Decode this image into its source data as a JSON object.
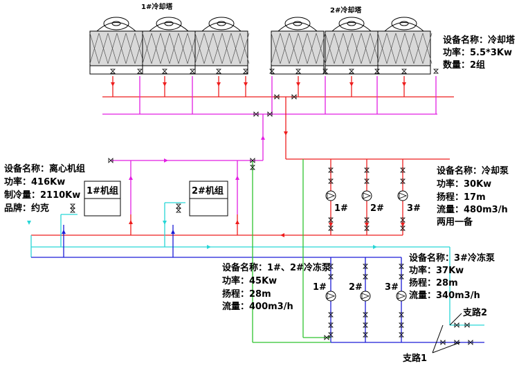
{
  "towers": {
    "group1_label": "1#冷却塔",
    "group2_label": "2#冷却塔",
    "info": [
      "设备名称：冷却塔",
      "功率：5.5*3Kw",
      "数量：2组"
    ]
  },
  "chiller_info": [
    "设备名称：离心机组",
    "功率：416Kw",
    "制冷量：2110Kw",
    "品牌：约克"
  ],
  "chillers": [
    "1#机组",
    "2#机组"
  ],
  "cooling_pumps": {
    "labels": [
      "1#",
      "2#",
      "3#"
    ],
    "info": [
      "设备名称：冷却泵",
      "功率：30Kw",
      "扬程：17m",
      "流量：480m3/h",
      "两用一备"
    ]
  },
  "chilled_pumps_a": {
    "labels": [
      "1#",
      "2#",
      "3#"
    ],
    "info": [
      "设备名称：1#、2#冷冻泵",
      "功率：45Kw",
      "扬程：28m",
      "流量：400m3/h"
    ]
  },
  "chilled_pump_3_info": [
    "设备名称：3#冷冻泵",
    "功率：37Kw",
    "扬程：28m",
    "流量：340m3/h"
  ],
  "branches": [
    "支路2",
    "支路1"
  ],
  "colors": {
    "red": "#ee1c1c",
    "magenta": "#e21ee2",
    "cyan": "#27d6d6",
    "blue": "#1a1ad6",
    "green": "#2ec42e",
    "tower_fill": "#d9d9d9"
  }
}
